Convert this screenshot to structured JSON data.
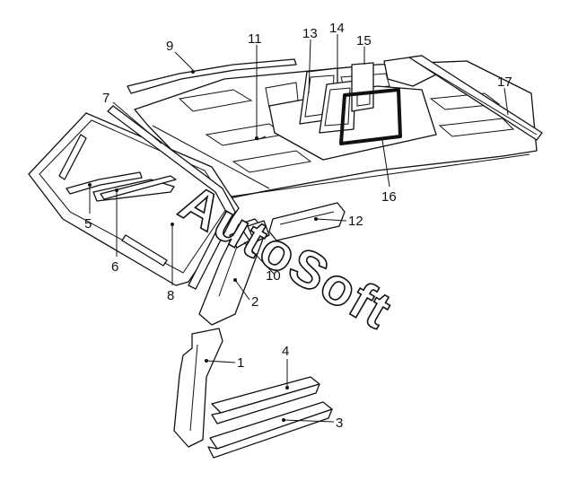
{
  "callouts": {
    "c1": "1",
    "c2": "2",
    "c3": "3",
    "c4": "4",
    "c5": "5",
    "c6": "6",
    "c7": "7",
    "c8": "8",
    "c9": "9",
    "c10": "10",
    "c11": "11",
    "c12": "12",
    "c13": "13",
    "c14": "14",
    "c15": "15",
    "c16": "16",
    "c17": "17"
  },
  "watermark": "AutoSoft"
}
